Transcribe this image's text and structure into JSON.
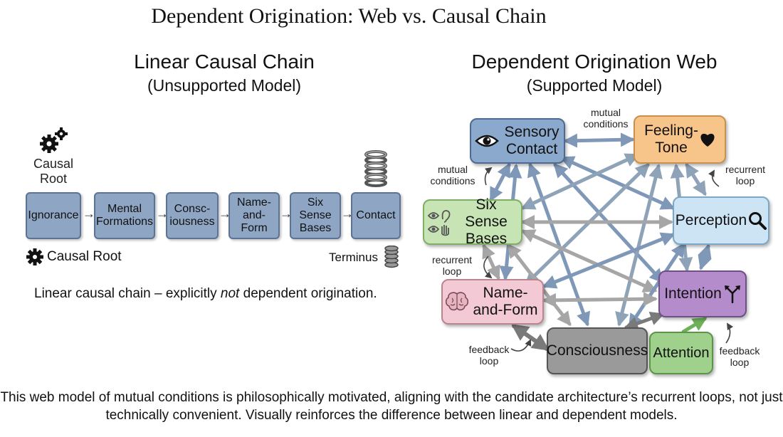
{
  "title": "Dependent Origination: Web vs. Causal Chain",
  "left": {
    "title": "Linear Causal Chain",
    "subtitle": "(Unsupported Model)",
    "causal_root_top": "Causal Root",
    "chain": [
      "Ignorance",
      "Mental Formations",
      "Consc-iousness",
      "Name-and-Form",
      "Six Sense Bases",
      "Contact"
    ],
    "causal_root_bottom": "Causal Root",
    "terminus": "Terminus",
    "caption_pre": "Linear causal chain – explicitly ",
    "caption_em": "not",
    "caption_post": " dependent origination."
  },
  "right": {
    "title": "Dependent Origination Web",
    "subtitle": "(Supported Model)",
    "nodes": {
      "sensory_contact": "Sensory Contact",
      "feeling_tone": "Feeling-Tone",
      "six_sense_bases": "Six Sense Bases",
      "perception": "Perception",
      "name_and_form": "Name-and-Form",
      "intention": "Intention",
      "consciousness": "Consciousness",
      "attention": "Attention"
    },
    "annotations": {
      "mutual_top": "mutual conditions",
      "mutual_left": "mutual conditions",
      "recurrent_right": "recurrent loop",
      "recurrent_left": "recurrent loop",
      "feedback_left": "feedback loop",
      "feedback_right": "feedback loop"
    }
  },
  "footer": "This web model of mutual conditions is philosophically motivated, aligning with the candidate architecture’s recurrent loops, not just technically convenient. Visually reinforces the difference between linear and dependent models.",
  "colors": {
    "chain_box": "#8ea6c4",
    "sensory_contact": "#8aa9cc",
    "feeling_tone": "#f7c48a",
    "six_sense_bases": "#c7e4b4",
    "perception": "#cde4f4",
    "name_and_form": "#f2c9d4",
    "intention": "#b48ccb",
    "consciousness": "#9a9a9a",
    "attention": "#9fd18d"
  },
  "icons": [
    "gears-icon",
    "gear-icon",
    "coil-spring-icon",
    "stacked-coins-icon",
    "eye-icon",
    "heart-icon",
    "magnifier-icon",
    "brain-icon",
    "branching-arrow-icon",
    "ear-icon",
    "hand-icon"
  ]
}
